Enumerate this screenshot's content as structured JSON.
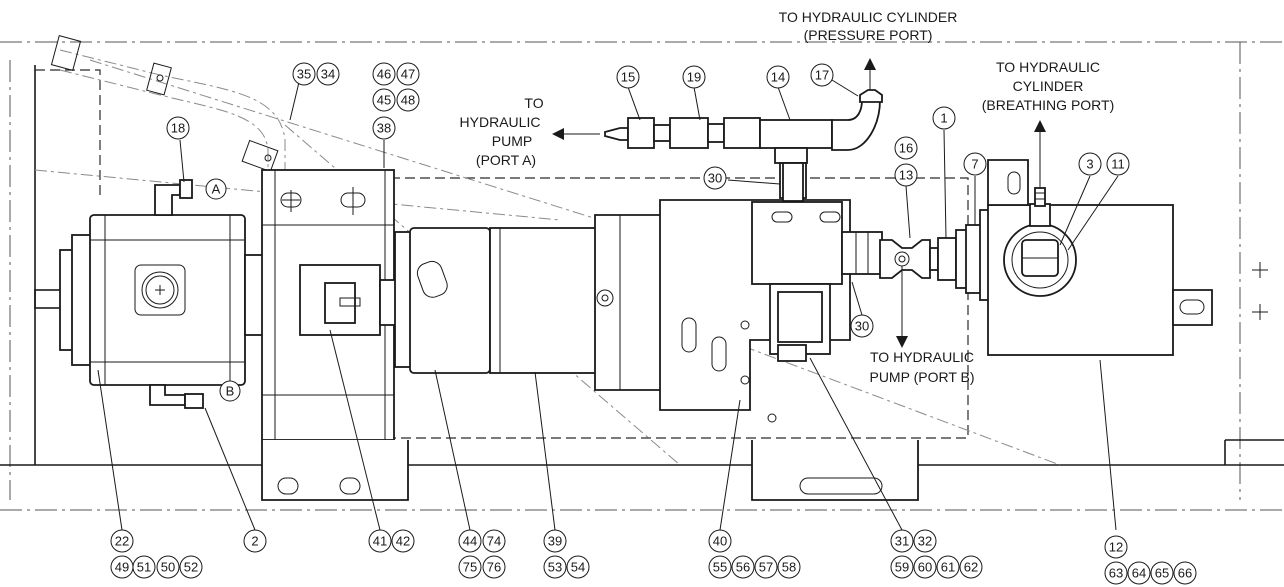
{
  "notes": {
    "cyl_pressure_1": "TO HYDRAULIC CYLINDER",
    "cyl_pressure_2": "(PRESSURE PORT)",
    "pump_a_1": "TO",
    "pump_a_2": "HYDRAULIC",
    "pump_a_3": "PUMP",
    "pump_a_4": "(PORT A)",
    "cyl_breath_1": "TO HYDRAULIC",
    "cyl_breath_2": "CYLINDER",
    "cyl_breath_3": "(BREATHING PORT)",
    "pump_b_1": "TO HYDRAULIC",
    "pump_b_2": "PUMP (PORT B)",
    "port_a": "A",
    "port_b": "B"
  },
  "callouts": {
    "c15": "15",
    "c19": "19",
    "c14": "14",
    "c17": "17",
    "c35": "35",
    "c34": "34",
    "c46": "46",
    "c47": "47",
    "c45": "45",
    "c48": "48",
    "c38": "38",
    "c18": "18",
    "c30a": "30",
    "c16": "16",
    "c13": "13",
    "c1": "1",
    "c7": "7",
    "c3": "3",
    "c11": "11",
    "c30b": "30",
    "c22": "22",
    "c49": "49",
    "c51": "51",
    "c50": "50",
    "c52": "52",
    "c2": "2",
    "c41": "41",
    "c42": "42",
    "c44": "44",
    "c74": "74",
    "c75": "75",
    "c76": "76",
    "c39": "39",
    "c53": "53",
    "c54": "54",
    "c40": "40",
    "c55": "55",
    "c56": "56",
    "c57": "57",
    "c58": "58",
    "c31": "31",
    "c32": "32",
    "c59": "59",
    "c60": "60",
    "c61": "61",
    "c62": "62",
    "c12": "12",
    "c63": "63",
    "c64": "64",
    "c65": "65",
    "c66": "66"
  }
}
